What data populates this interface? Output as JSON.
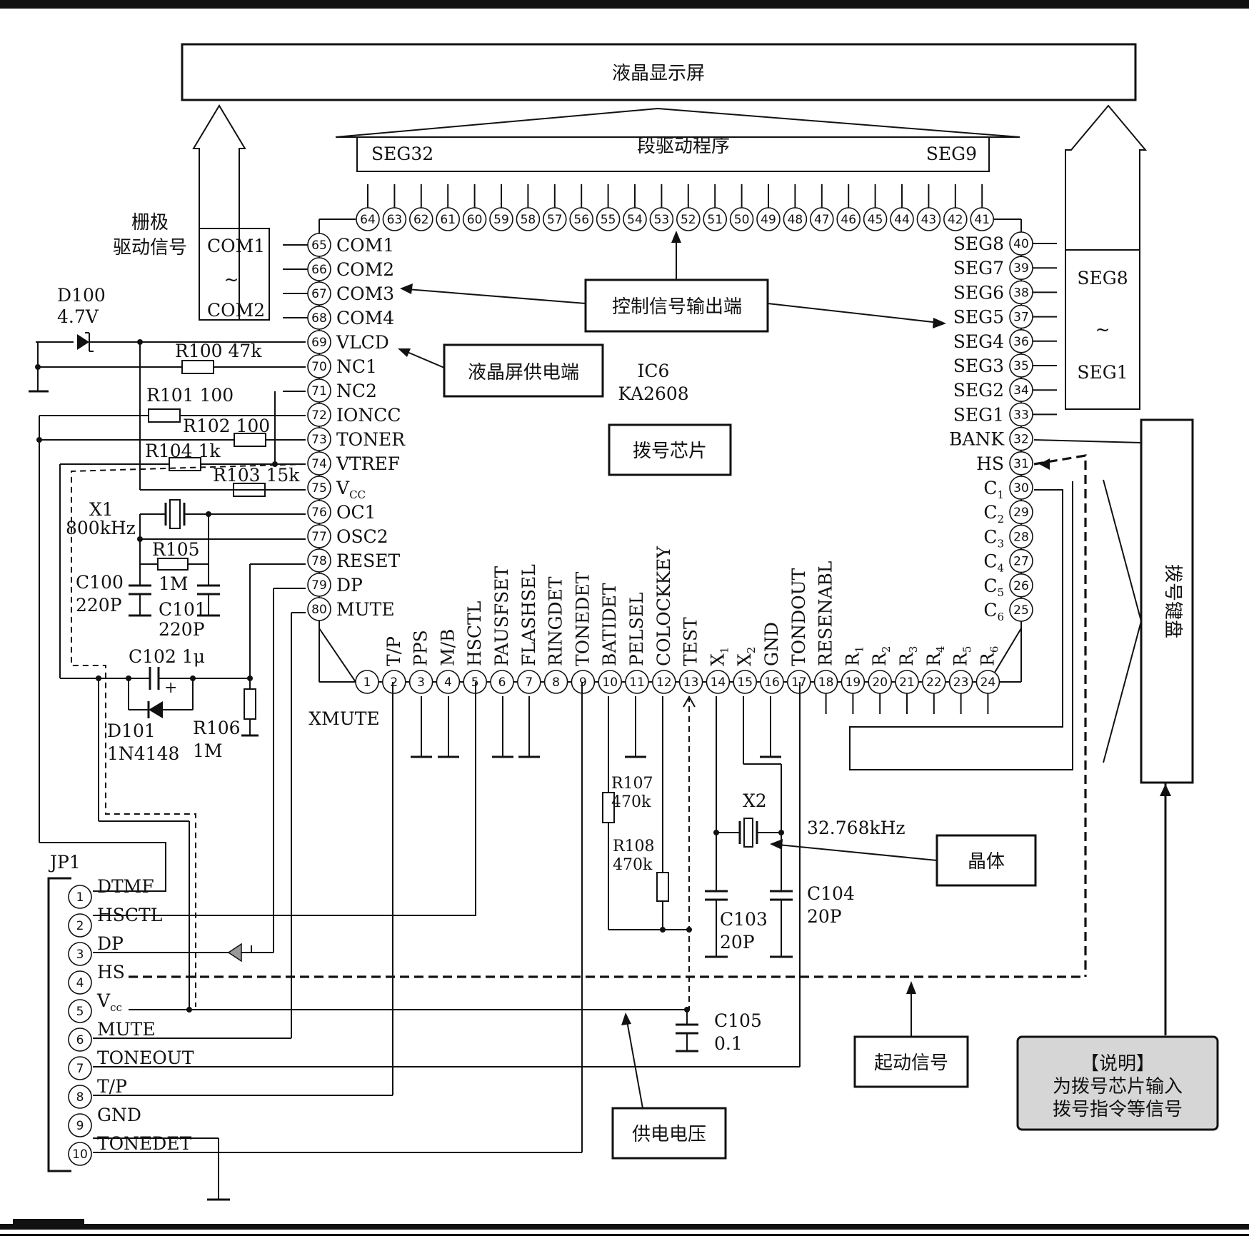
{
  "title": "液晶显示屏",
  "seg_header": {
    "left": "SEG32",
    "center": "段驱动程序",
    "right": "SEG9"
  },
  "grid_drive_label": [
    "栅极",
    "驱动信号"
  ],
  "com_box": {
    "top": "COM1",
    "sep": "~",
    "bottom": "COM2"
  },
  "seg_box": {
    "top": "SEG8",
    "sep": "~",
    "bottom": "SEG1"
  },
  "ic": {
    "ref": "IC6",
    "part": "KA2608",
    "function": "拨号芯片"
  },
  "callouts": {
    "control_out": "控制信号输出端",
    "lcd_power": "液晶屏供电端",
    "crystal": "晶体",
    "start_signal": "起动信号",
    "supply": "供电电压",
    "keypad": "拨号键盘",
    "note_title": "【说明】",
    "note_lines": [
      "为拨号芯片输入",
      "拨号指令等信号"
    ]
  },
  "top_pins": [
    "64",
    "63",
    "62",
    "61",
    "60",
    "59",
    "58",
    "57",
    "56",
    "55",
    "54",
    "53",
    "52",
    "51",
    "50",
    "49",
    "48",
    "47",
    "46",
    "45",
    "44",
    "43",
    "42",
    "41"
  ],
  "left_pins": [
    {
      "num": "65",
      "name": "COM1"
    },
    {
      "num": "66",
      "name": "COM2"
    },
    {
      "num": "67",
      "name": "COM3"
    },
    {
      "num": "68",
      "name": "COM4"
    },
    {
      "num": "69",
      "name": "VLCD"
    },
    {
      "num": "70",
      "name": "NC1"
    },
    {
      "num": "71",
      "name": "NC2"
    },
    {
      "num": "72",
      "name": "IONCC"
    },
    {
      "num": "73",
      "name": "TONER"
    },
    {
      "num": "74",
      "name": "VTREF"
    },
    {
      "num": "75",
      "name": "V",
      "sub": "CC"
    },
    {
      "num": "76",
      "name": "OC1"
    },
    {
      "num": "77",
      "name": "OSC2"
    },
    {
      "num": "78",
      "name": "RESET"
    },
    {
      "num": "79",
      "name": "DP"
    },
    {
      "num": "80",
      "name": "MUTE"
    }
  ],
  "right_pins": [
    {
      "num": "40",
      "name": "SEG8"
    },
    {
      "num": "39",
      "name": "SEG7"
    },
    {
      "num": "38",
      "name": "SEG6"
    },
    {
      "num": "37",
      "name": "SEG5"
    },
    {
      "num": "36",
      "name": "SEG4"
    },
    {
      "num": "35",
      "name": "SEG3"
    },
    {
      "num": "34",
      "name": "SEG2"
    },
    {
      "num": "33",
      "name": "SEG1"
    },
    {
      "num": "32",
      "name": "BANK"
    },
    {
      "num": "31",
      "name": "HS"
    },
    {
      "num": "30",
      "name": "C",
      "sub": "1"
    },
    {
      "num": "29",
      "name": "C",
      "sub": "2"
    },
    {
      "num": "28",
      "name": "C",
      "sub": "3"
    },
    {
      "num": "27",
      "name": "C",
      "sub": "4"
    },
    {
      "num": "26",
      "name": "C",
      "sub": "5"
    },
    {
      "num": "25",
      "name": "C",
      "sub": "6"
    }
  ],
  "bottom_pins": [
    {
      "num": "1",
      "name": "XMUTE"
    },
    {
      "num": "2",
      "name": "T/P"
    },
    {
      "num": "3",
      "name": "PPS"
    },
    {
      "num": "4",
      "name": "M/B"
    },
    {
      "num": "5",
      "name": "HSCTL"
    },
    {
      "num": "6",
      "name": "PAUSFSET"
    },
    {
      "num": "7",
      "name": "FLASHSEL"
    },
    {
      "num": "8",
      "name": "RINGDET"
    },
    {
      "num": "9",
      "name": "TONEDET"
    },
    {
      "num": "10",
      "name": "BATIDET"
    },
    {
      "num": "11",
      "name": "PELSEL"
    },
    {
      "num": "12",
      "name": "COLOCKKEY"
    },
    {
      "num": "13",
      "name": "TEST"
    },
    {
      "num": "14",
      "name": "X",
      "sub": "1"
    },
    {
      "num": "15",
      "name": "X",
      "sub": "2"
    },
    {
      "num": "16",
      "name": "GND"
    },
    {
      "num": "17",
      "name": "TONDOUT"
    },
    {
      "num": "18",
      "name": "RESENABL"
    },
    {
      "num": "19",
      "name": "R",
      "sub": "1"
    },
    {
      "num": "20",
      "name": "R",
      "sub": "2"
    },
    {
      "num": "21",
      "name": "R",
      "sub": "3"
    },
    {
      "num": "22",
      "name": "R",
      "sub": "4"
    },
    {
      "num": "23",
      "name": "R",
      "sub": "5"
    },
    {
      "num": "24",
      "name": "R",
      "sub": "6"
    }
  ],
  "components": {
    "d100": [
      "D100",
      "4.7V"
    ],
    "r100": "R100 47k",
    "r101": "R101 100",
    "r102": "R102 100",
    "r104": "R104 1k",
    "r103": "R103 15k",
    "x1": [
      "X1",
      "800kHz"
    ],
    "r105": [
      "R105",
      "1M"
    ],
    "c100": [
      "C100",
      "220P"
    ],
    "c101": [
      "C101",
      "220P"
    ],
    "c102": "C102 1μ",
    "d101": [
      "D101",
      "1N4148"
    ],
    "r106": [
      "R106",
      "1M"
    ],
    "r107": [
      "R107",
      "470k"
    ],
    "r108": [
      "R108",
      "470k"
    ],
    "x2": "X2",
    "x2_freq": "32.768kHz",
    "c103": [
      "C103",
      "20P"
    ],
    "c104": [
      "C104",
      "20P"
    ],
    "c105": [
      "C105",
      "0.1"
    ]
  },
  "jp1": {
    "ref": "JP1",
    "pins": [
      {
        "num": "1",
        "name": "DTMF"
      },
      {
        "num": "2",
        "name": "HSCTL"
      },
      {
        "num": "3",
        "name": "DP"
      },
      {
        "num": "4",
        "name": "HS"
      },
      {
        "num": "5",
        "name": "V",
        "sub": "cc"
      },
      {
        "num": "6",
        "name": "MUTE"
      },
      {
        "num": "7",
        "name": "TONEOUT"
      },
      {
        "num": "8",
        "name": "T/P"
      },
      {
        "num": "9",
        "name": "GND"
      },
      {
        "num": "10",
        "name": "TONEDET"
      }
    ]
  }
}
